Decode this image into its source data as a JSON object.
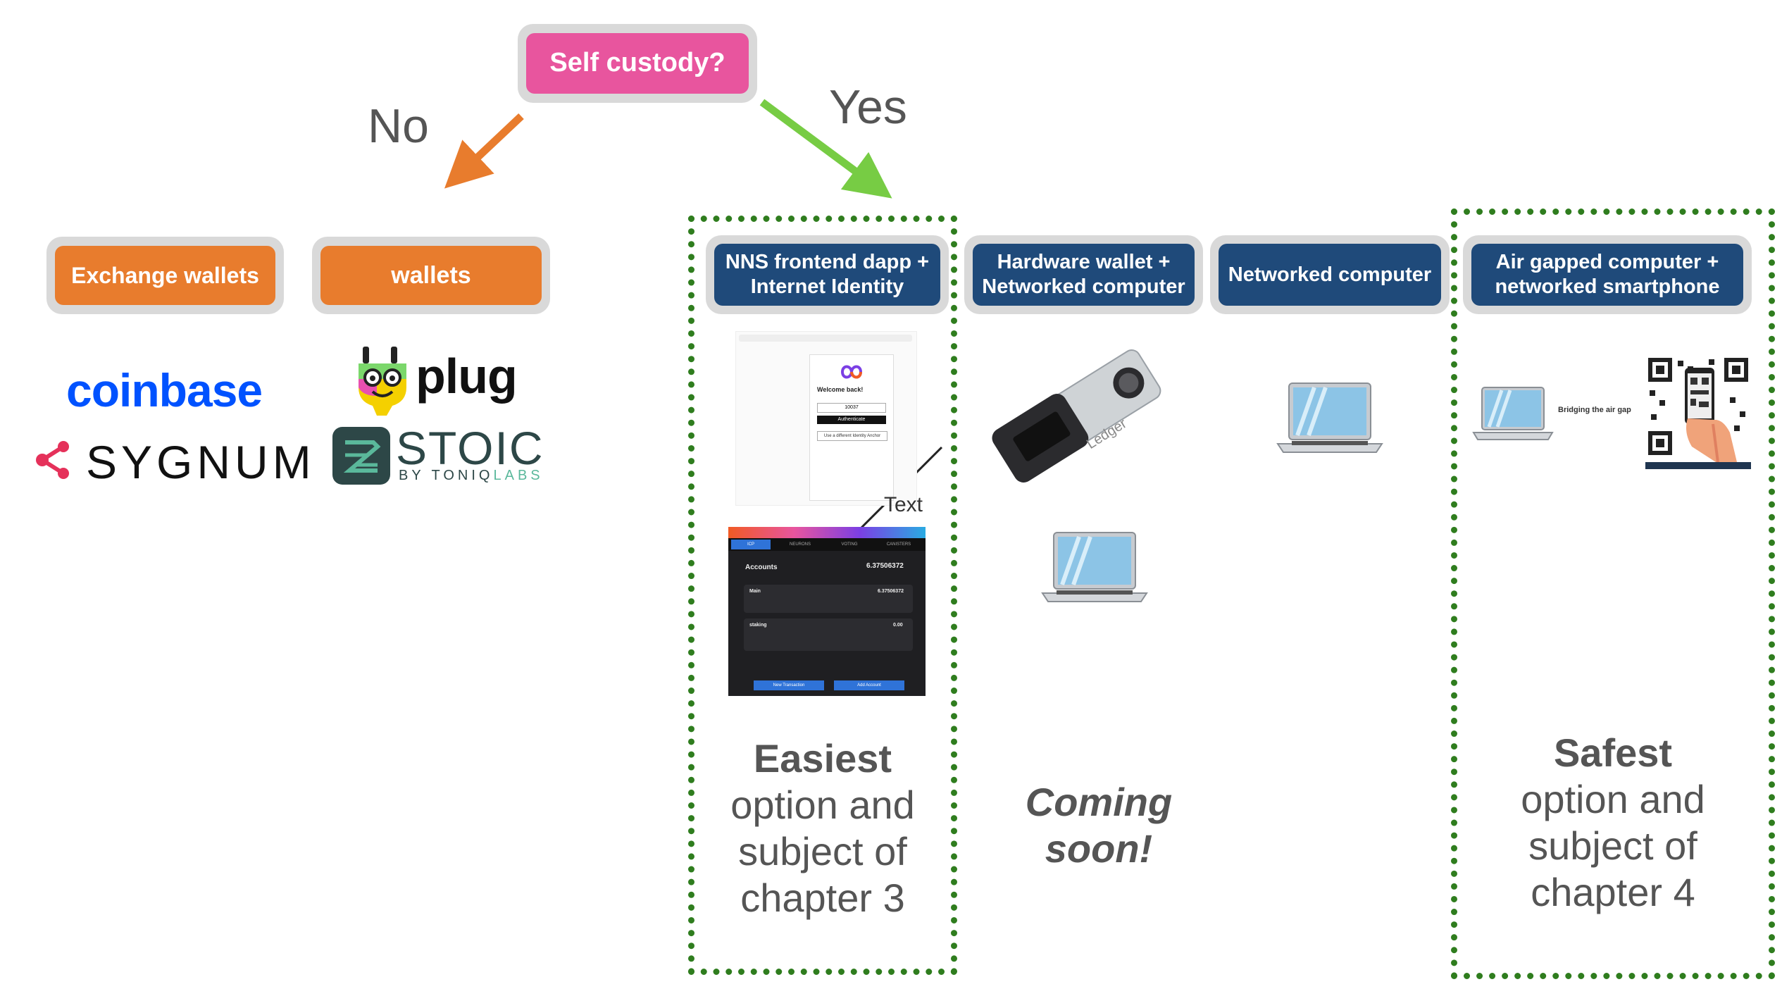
{
  "root": {
    "label": "Self custody?"
  },
  "branch_no": {
    "label": "No"
  },
  "branch_yes": {
    "label": "Yes"
  },
  "no_options": [
    {
      "label": "Exchange wallets"
    },
    {
      "label": "wallets"
    }
  ],
  "logos": {
    "coinbase": "coinbase",
    "sygnum": "SYGNUM",
    "plug": "plug",
    "stoic": "STOIC",
    "stoic_sub_by": "BY TONIQ",
    "stoic_sub_labs": "LABS"
  },
  "yes_options": [
    {
      "label_line1": "NNS frontend dapp +",
      "label_line2": "Internet Identity"
    },
    {
      "label_line1": "Hardware wallet +",
      "label_line2": "Networked computer"
    },
    {
      "label_line1": "Networked computer",
      "label_line2": ""
    },
    {
      "label_line1": "Air gapped computer +",
      "label_line2": "networked smartphone"
    }
  ],
  "text_annotation": "Text",
  "ii_screen": {
    "welcome": "Welcome back!",
    "anchor": "10037",
    "authenticate": "Authenticate",
    "other": "Use a different Identity Anchor"
  },
  "nns_screen": {
    "tabs": [
      "ICP",
      "NEURONS",
      "VOTING",
      "CANISTERS"
    ],
    "accounts_label": "Accounts",
    "accounts_total": "6.37506372",
    "accounts": [
      {
        "name": "Main",
        "amount": "6.37506372"
      },
      {
        "name": "staking",
        "amount": "0.00"
      }
    ],
    "new_tx": "New Transaction",
    "add_account": "Add Account"
  },
  "ledger_brand": "Ledger",
  "airgap_caption": "Bridging the air gap",
  "captions": {
    "easiest_bold": "Easiest",
    "easiest_rest": [
      "option and",
      "subject of",
      "chapter 3"
    ],
    "coming": "Coming soon!",
    "safest_bold": "Safest",
    "safest_rest": [
      "option and",
      "subject of",
      "chapter 4"
    ]
  },
  "colors": {
    "pink": "#e8559e",
    "orange": "#e87c2d",
    "navy": "#1f4a7a",
    "green_arrow": "#77cc44",
    "dotted_green": "#2f7d1e",
    "coinbase_blue": "#0052ff"
  }
}
